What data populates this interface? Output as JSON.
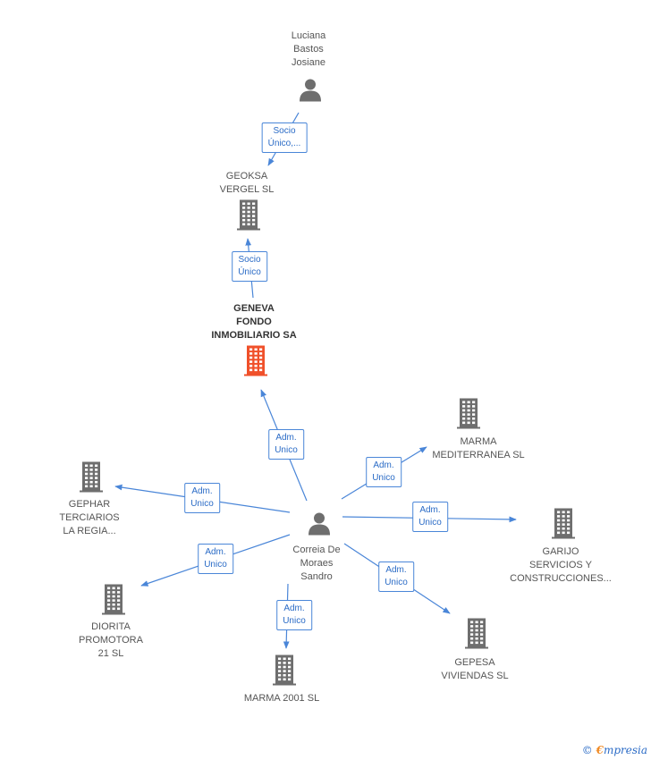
{
  "colors": {
    "edge": "#4a86d8",
    "icon": "#6e6e6e",
    "focus": "#f0502a"
  },
  "nodes": [
    {
      "id": "luciana",
      "type": "person",
      "label": "Luciana\nBastos\nJosiane"
    },
    {
      "id": "geoksa",
      "type": "company",
      "label": "GEOKSA\nVERGEL SL"
    },
    {
      "id": "geneva",
      "type": "company-focus",
      "label": "GENEVA\nFONDO\nINMOBILIARIO SA"
    },
    {
      "id": "correia",
      "type": "person",
      "label": "Correia De\nMoraes\nSandro"
    },
    {
      "id": "marma_med",
      "type": "company",
      "label": "MARMA\nMEDITERRANEA SL"
    },
    {
      "id": "gephar",
      "type": "company",
      "label": "GEPHAR\nTERCIARIOS\nLA REGIA..."
    },
    {
      "id": "garijo",
      "type": "company",
      "label": "GARIJO\nSERVICIOS Y\nCONSTRUCCIONES..."
    },
    {
      "id": "diorita",
      "type": "company",
      "label": "DIORITA\nPROMOTORA\n21 SL"
    },
    {
      "id": "gepesa",
      "type": "company",
      "label": "GEPESA\nVIVIENDAS SL"
    },
    {
      "id": "marma2001",
      "type": "company",
      "label": "MARMA 2001 SL"
    }
  ],
  "edges": [
    {
      "from": "luciana",
      "to": "geoksa",
      "label": "Socio\nÚnico,..."
    },
    {
      "from": "geneva",
      "to": "geoksa",
      "label": "Socio\nÚnico"
    },
    {
      "from": "correia",
      "to": "geneva",
      "label": "Adm.\nUnico"
    },
    {
      "from": "correia",
      "to": "marma_med",
      "label": "Adm.\nUnico"
    },
    {
      "from": "correia",
      "to": "gephar",
      "label": "Adm.\nUnico"
    },
    {
      "from": "correia",
      "to": "garijo",
      "label": "Adm.\nUnico"
    },
    {
      "from": "correia",
      "to": "diorita",
      "label": "Adm.\nUnico"
    },
    {
      "from": "correia",
      "to": "gepesa",
      "label": "Adm.\nUnico"
    },
    {
      "from": "correia",
      "to": "marma2001",
      "label": "Adm.\nUnico"
    }
  ],
  "brand": {
    "copyright": "©",
    "first": "€",
    "rest": "mpresia"
  }
}
